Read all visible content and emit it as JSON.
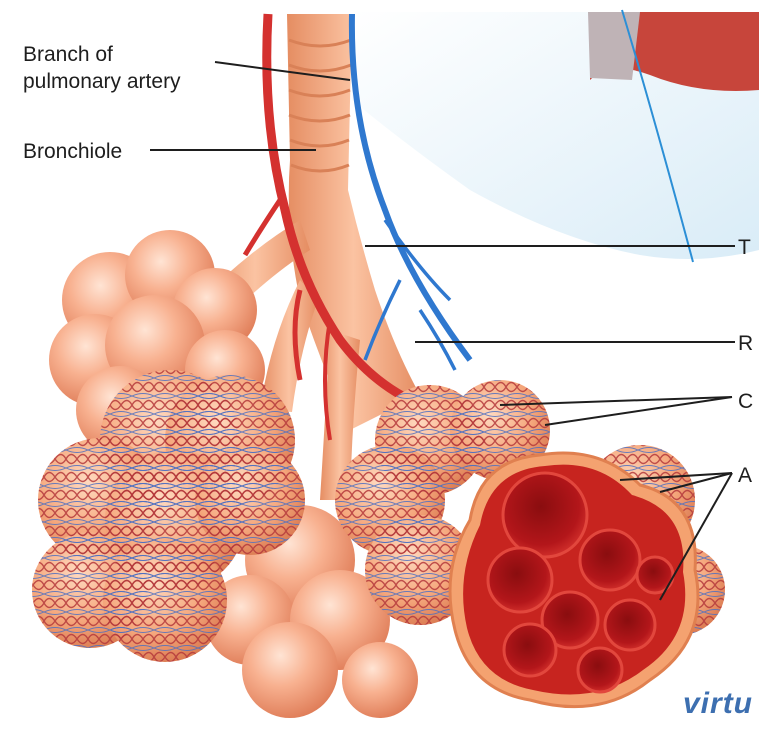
{
  "labels": {
    "branch_line1": "Branch of",
    "branch_line2": "pulmonary artery",
    "bronchiole": "Bronchiole",
    "terminal_partial": "T",
    "respiratory_partial": "R",
    "capillaries_partial": "C",
    "alveoli_partial": "A"
  },
  "watermark": "virtu",
  "colors": {
    "artery": "#d63a37",
    "vein": "#3b7fd0",
    "airway": "#f2a57a",
    "alveolus": "#f6a985",
    "alveolus_interior": "#b01a1a",
    "capillary_net": "#b83a3a",
    "leader_line": "#1e1e1e"
  }
}
